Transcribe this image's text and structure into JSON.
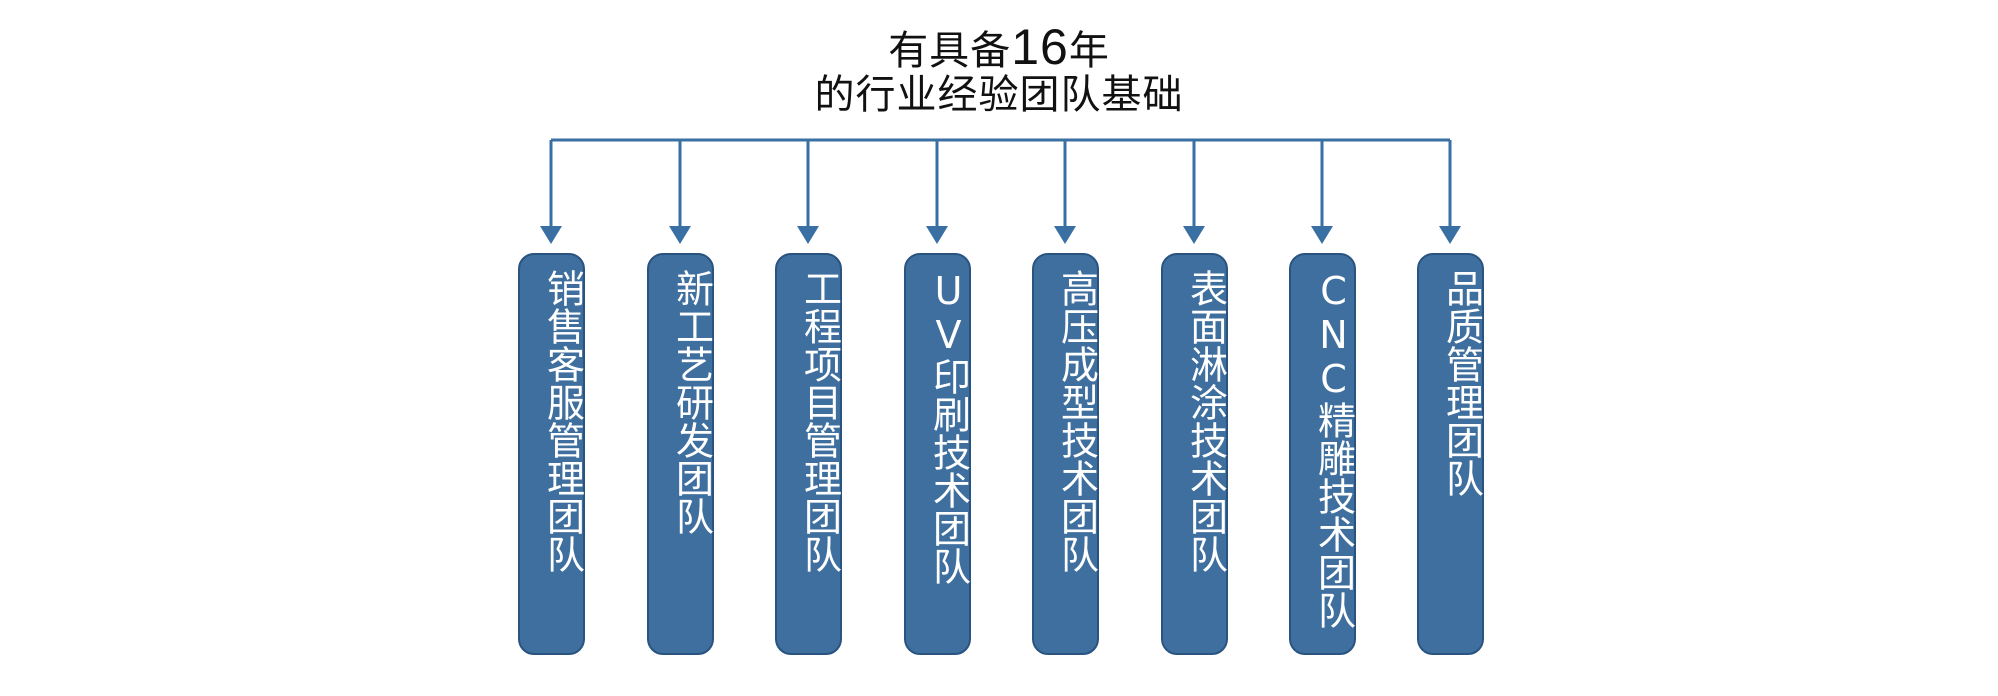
{
  "title": {
    "line1_prefix": "有具备",
    "line1_number": "16",
    "line1_suffix": "年",
    "line2": "的行业经验团队基础"
  },
  "colors": {
    "box_fill": "#3f6f9f",
    "box_border": "#2a5480",
    "connector": "#3a6fa3",
    "title_text": "#111111",
    "label_text": "#ffffff"
  },
  "teams": [
    {
      "label": "销售客服管理团队"
    },
    {
      "label": "新工艺研发团队"
    },
    {
      "label": "工程项目管理团队"
    },
    {
      "label": "UV印刷技术团队"
    },
    {
      "label": "高压成型技术团队"
    },
    {
      "label": "表面淋涂技术团队"
    },
    {
      "label": "CNC精雕技术团队"
    },
    {
      "label": "品质管理团队"
    }
  ]
}
